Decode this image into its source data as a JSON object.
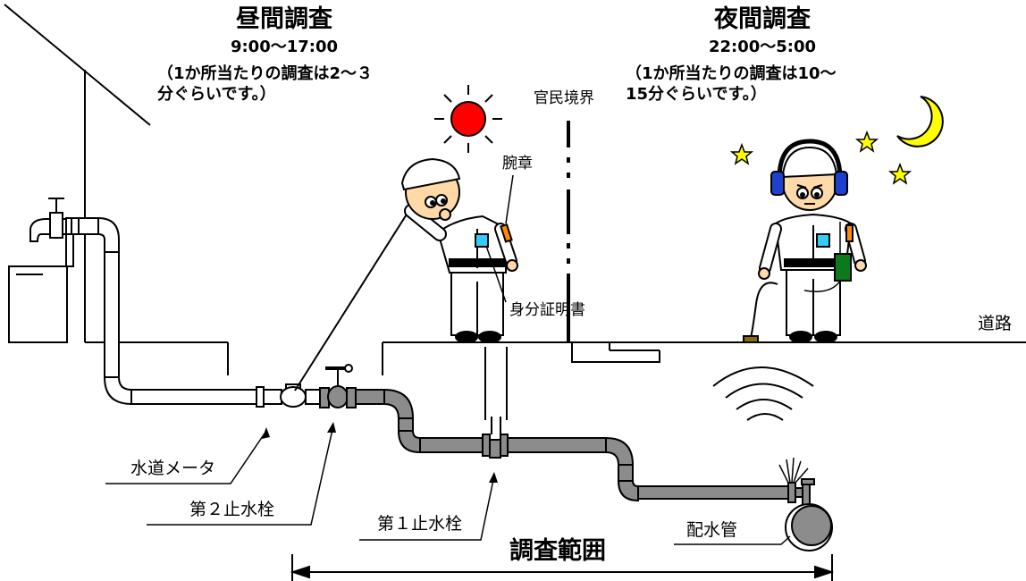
{
  "day": {
    "title": "昼間調査",
    "time": "9:00～17:00",
    "note_line1": "（1か所当たりの調査は2～３",
    "note_line2": "分ぐらいです。）"
  },
  "night": {
    "title": "夜間調査",
    "time": "22:00～5:00",
    "note_line1": "（1か所当たりの調査は10～",
    "note_line2": "15分ぐらいです。）"
  },
  "labels": {
    "boundary": "官民境界",
    "armband": "腕章",
    "id_card": "身分証明書",
    "road": "道路",
    "water_meter": "水道メータ",
    "second_stopcock": "第２止水栓",
    "first_stopcock": "第１止水栓",
    "main_pipe": "配水管",
    "survey_range": "調査範囲"
  },
  "colors": {
    "sun": "#ff0000",
    "moon_star": "#ffff00",
    "pipe_gray": "#8c8c8c",
    "headphone_blue": "#1f3fcf",
    "armband_orange": "#ff8c00",
    "badge_cyan": "#33ccff",
    "device_green": "#0b7a1a",
    "skin": "#ffd9a8"
  }
}
